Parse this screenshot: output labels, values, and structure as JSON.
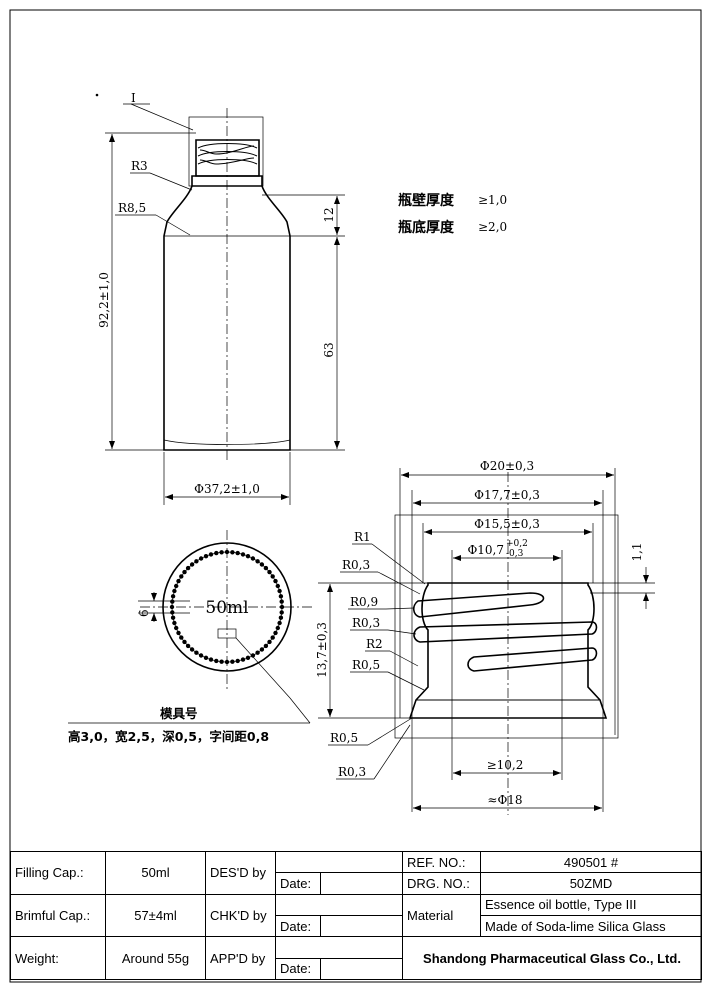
{
  "drawing": {
    "callouts": {
      "detail_mark": "I",
      "r3": "R3",
      "r8_5": "R8,5"
    },
    "dims": {
      "height_total": "92,2±1,0",
      "shoulder": "12",
      "body": "63",
      "body_diameter": "Φ37,2±1,0",
      "dia_20": "Φ20±0,3",
      "dia_17_7": "Φ17,7±0,3",
      "dia_15_5": "Φ15,5±0,3",
      "dia_10_7": "Φ10,7",
      "dia_10_7_tol_plus": "+0,2",
      "dia_10_7_tol_minus": "-0,3",
      "dim_1_1": "1,1",
      "neck_height": "13,7±0,3",
      "bore_min": "≥10,2",
      "approx_18": "≈Φ18",
      "mold_mark_6": "6"
    },
    "neck_radii": {
      "r1": "R1",
      "r0_3_a": "R0,3",
      "r0_9": "R0,9",
      "r0_3_b": "R0,3",
      "r2": "R2",
      "r0_5_a": "R0,5",
      "r0_5_b": "R0,5",
      "r0_3_c": "R0,3"
    },
    "notes": {
      "wall_thickness": "瓶壁厚度",
      "wall_value": "≥1,0",
      "bottom_thickness": "瓶底厚度",
      "bottom_value": "≥2,0"
    },
    "bottom_view": {
      "embossing": "50ml",
      "mold_no_label": "模具号",
      "mold_spec": "高3,0，宽2,5，深0,5，字间距0,8"
    }
  },
  "title_block": {
    "filling_cap_label": "Filling Cap.:",
    "filling_cap_value": "50ml",
    "brimful_cap_label": "Brimful Cap.:",
    "brimful_cap_value": "57±4ml",
    "weight_label": "Weight:",
    "weight_value": "Around 55g",
    "desd_label": "DES'D by",
    "chkd_label": "CHK'D by",
    "appd_label": "APP'D by",
    "date_label": "Date:",
    "ref_no_label": "REF. NO.:",
    "ref_no_value": "490501 #",
    "drg_no_label": "DRG. NO.:",
    "drg_no_value": "50ZMD",
    "material_label": "Material",
    "description": "Essence oil bottle, Type III",
    "material_value": "Made of Soda-lime Silica Glass",
    "company": "Shandong Pharmaceutical Glass Co., Ltd."
  }
}
